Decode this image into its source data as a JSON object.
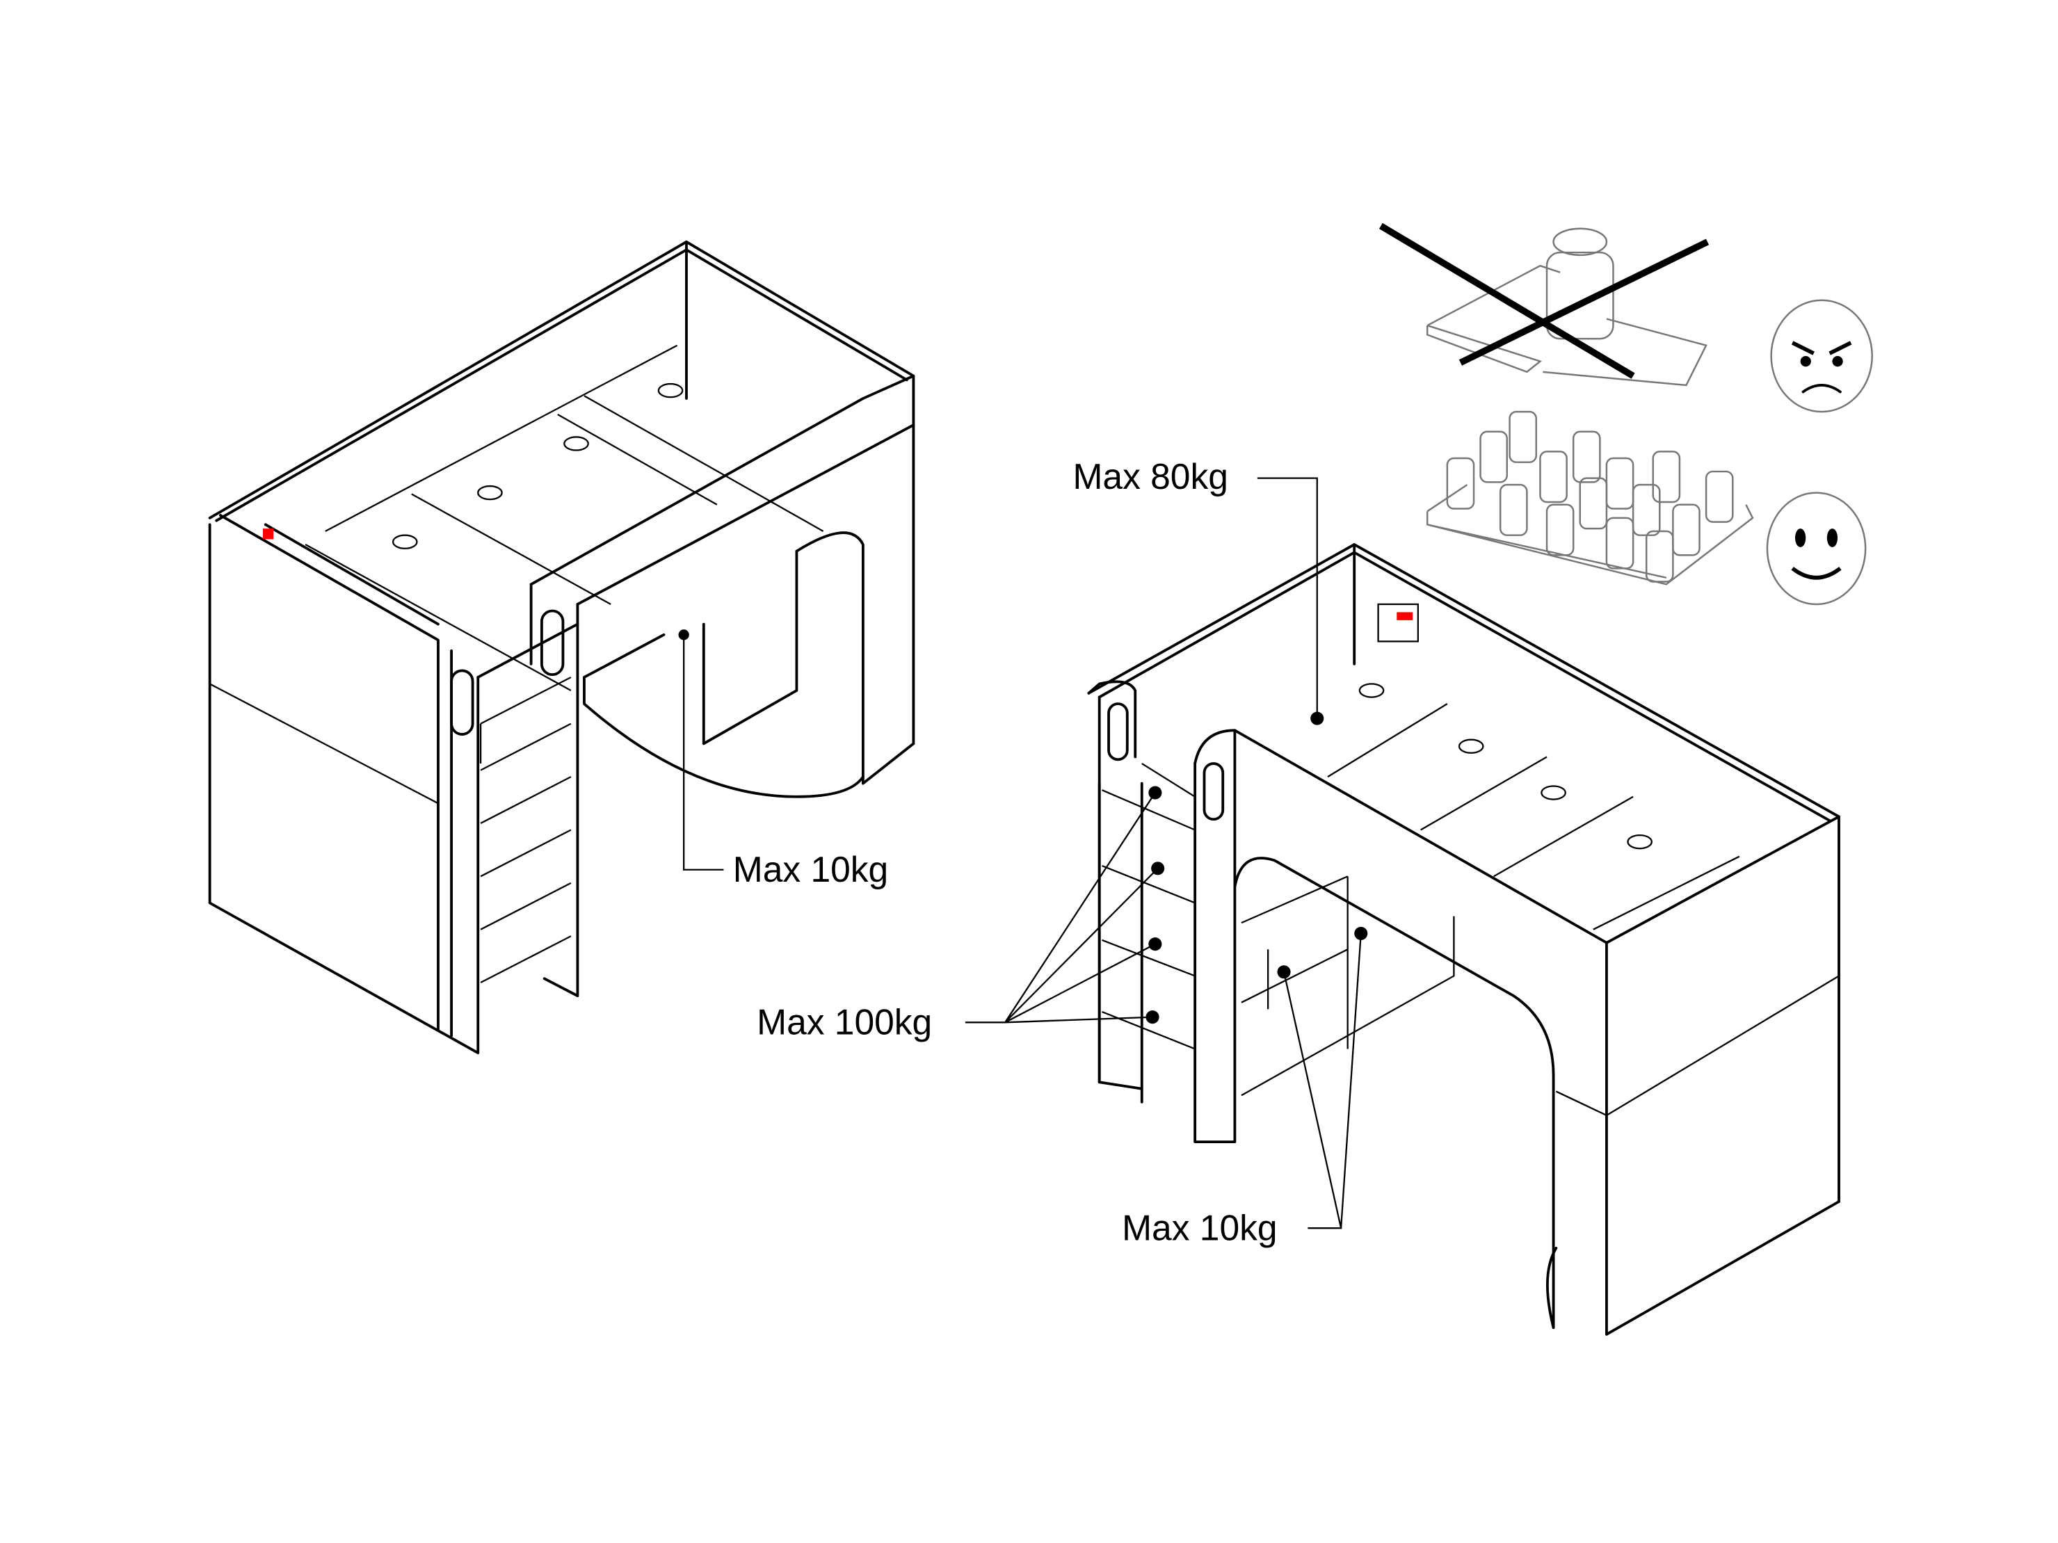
{
  "labels": {
    "top_load": "Max 80kg",
    "desk_shelf_left": "Max 10kg",
    "ladder_steps": "Max 100kg",
    "desk_shelves_right": "Max 10kg"
  },
  "icons": {
    "bad_loading": "concentrated-weight-on-board-crossed-out",
    "bad_face": "angry-face-icon",
    "good_loading": "distributed-weights-on-board",
    "good_face": "smiling-face-icon"
  },
  "colors": {
    "line": "#000000",
    "warning_label_accent": "#ff0000"
  }
}
